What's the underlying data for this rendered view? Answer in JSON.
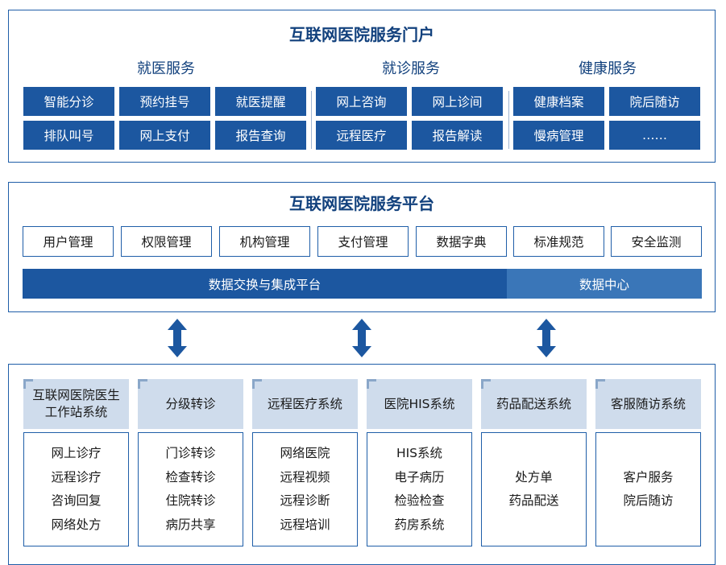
{
  "portal": {
    "title": "互联网医院服务门户",
    "groups": [
      {
        "title": "就医服务",
        "items": [
          "智能分诊",
          "预约挂号",
          "就医提醒",
          "排队叫号",
          "网上支付",
          "报告查询"
        ]
      },
      {
        "title": "就诊服务",
        "items": [
          "网上咨询",
          "网上诊间",
          "远程医疗",
          "报告解读"
        ]
      },
      {
        "title": "健康服务",
        "items": [
          "健康档案",
          "院后随访",
          "慢病管理",
          "……"
        ]
      }
    ]
  },
  "platform": {
    "title": "互联网医院服务平台",
    "modules": [
      "用户管理",
      "权限管理",
      "机构管理",
      "支付管理",
      "数据字典",
      "标准规范",
      "安全监测"
    ],
    "exchange_bar": "数据交换与集成平台",
    "data_center": "数据中心"
  },
  "systems": [
    {
      "title": "互联网医院医生工作站系统",
      "items": [
        "网上诊疗",
        "远程诊疗",
        "咨询回复",
        "网络处方"
      ]
    },
    {
      "title": "分级转诊",
      "items": [
        "门诊转诊",
        "检查转诊",
        "住院转诊",
        "病历共享"
      ]
    },
    {
      "title": "远程医疗系统",
      "items": [
        "网络医院",
        "远程视频",
        "远程诊断",
        "远程培训"
      ]
    },
    {
      "title": "医院HIS系统",
      "items": [
        "HIS系统",
        "电子病历",
        "检验检查",
        "药房系统"
      ]
    },
    {
      "title": "药品配送系统",
      "items": [
        "处方单",
        "药品配送"
      ]
    },
    {
      "title": "客服随访系统",
      "items": [
        "客户服务",
        "院后随访"
      ]
    }
  ],
  "colors": {
    "primary": "#1c57a0",
    "accent": "#3a76b8",
    "header_fill": "#cfdcec",
    "border": "#1f5ea8"
  },
  "icons": [
    "double-arrow-icon",
    "double-arrow-icon",
    "double-arrow-icon"
  ]
}
